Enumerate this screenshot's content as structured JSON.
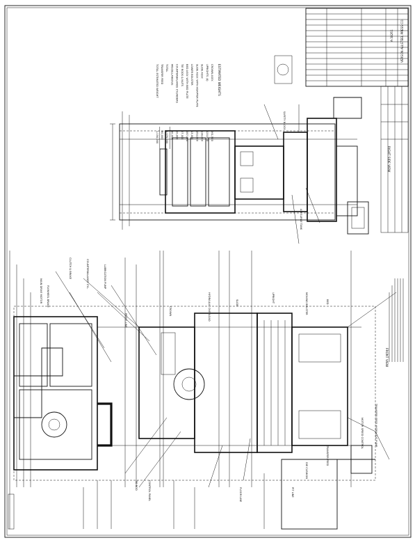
{
  "sheet": {
    "title_block": {
      "company": "VERSON ALLSTEEL PRESS CO.",
      "drawing_no": "A-38261"
    },
    "weights": {
      "title": "ESTIMATED WEIGHTS",
      "rows": [
        {
          "label": "CROWN ASSY.",
          "value": "261,500"
        },
        {
          "label": "UPRIGHTS (4)",
          "value": "120,800"
        },
        {
          "label": "SLIDE ASSY.",
          "value": "138,000"
        },
        {
          "label": "SLIDE ASSY. WITH ADAPTER PLATE",
          "value": "163,000"
        },
        {
          "label": "LOWER BOLSTER",
          "value": "13,000"
        },
        {
          "label": "BED ASSY. WITH BED PLATE",
          "value": "287,000"
        },
        {
          "label": "TIE RODS & NUTS",
          "value": "27,000"
        },
        {
          "label": "COUNTERBALANCE CYLINDERS",
          "value": "20,000"
        },
        {
          "label": "MISCELLANEOUS",
          "value": "30,000"
        },
        {
          "label": "TOTAL",
          "value": "1,070,000"
        },
        {
          "label": "TRANSFER FEED",
          "value": "80,000"
        },
        {
          "label": "TOTAL ESTIMATED WEIGHT",
          "value": "1,150,000"
        }
      ]
    },
    "views": {
      "front": "FRONT VIEW",
      "right_side": "RIGHT SIDE VIEW"
    },
    "callouts": {
      "main_drive": "MAIN DRIVE MOTOR",
      "flywheel": "FLYWHEEL BRAKE",
      "clutch": "CLUTCH & BRAKE",
      "crown": "CROWN",
      "slide": "SLIDE",
      "bolster": "MOVING BOLSTER",
      "bed": "BED",
      "upright": "UPRIGHT",
      "tie_rod": "TIE ROD",
      "counterbalance": "COUNTERBALANCE CYL.",
      "transfer_feed": "TRANSFER FEED",
      "die_cushion": "DIE CUSHION",
      "lube": "LUBRICATION PUMP",
      "control_panel": "CONTROL PANEL",
      "hyd_overload": "HYDRAULIC OVERLOAD",
      "safety_block": "SAFETY BLOCK",
      "air_tank": "AIR SURGE TANK",
      "press_line": "PRESS LINE",
      "floor_line": "FLOOR LINE",
      "pit_line": "PIT LINE",
      "transfer_pump": "TRANSFER FEED HYDRAULIC PUMP",
      "motor_speed": "MOTOR SPEED CONTROL"
    }
  }
}
